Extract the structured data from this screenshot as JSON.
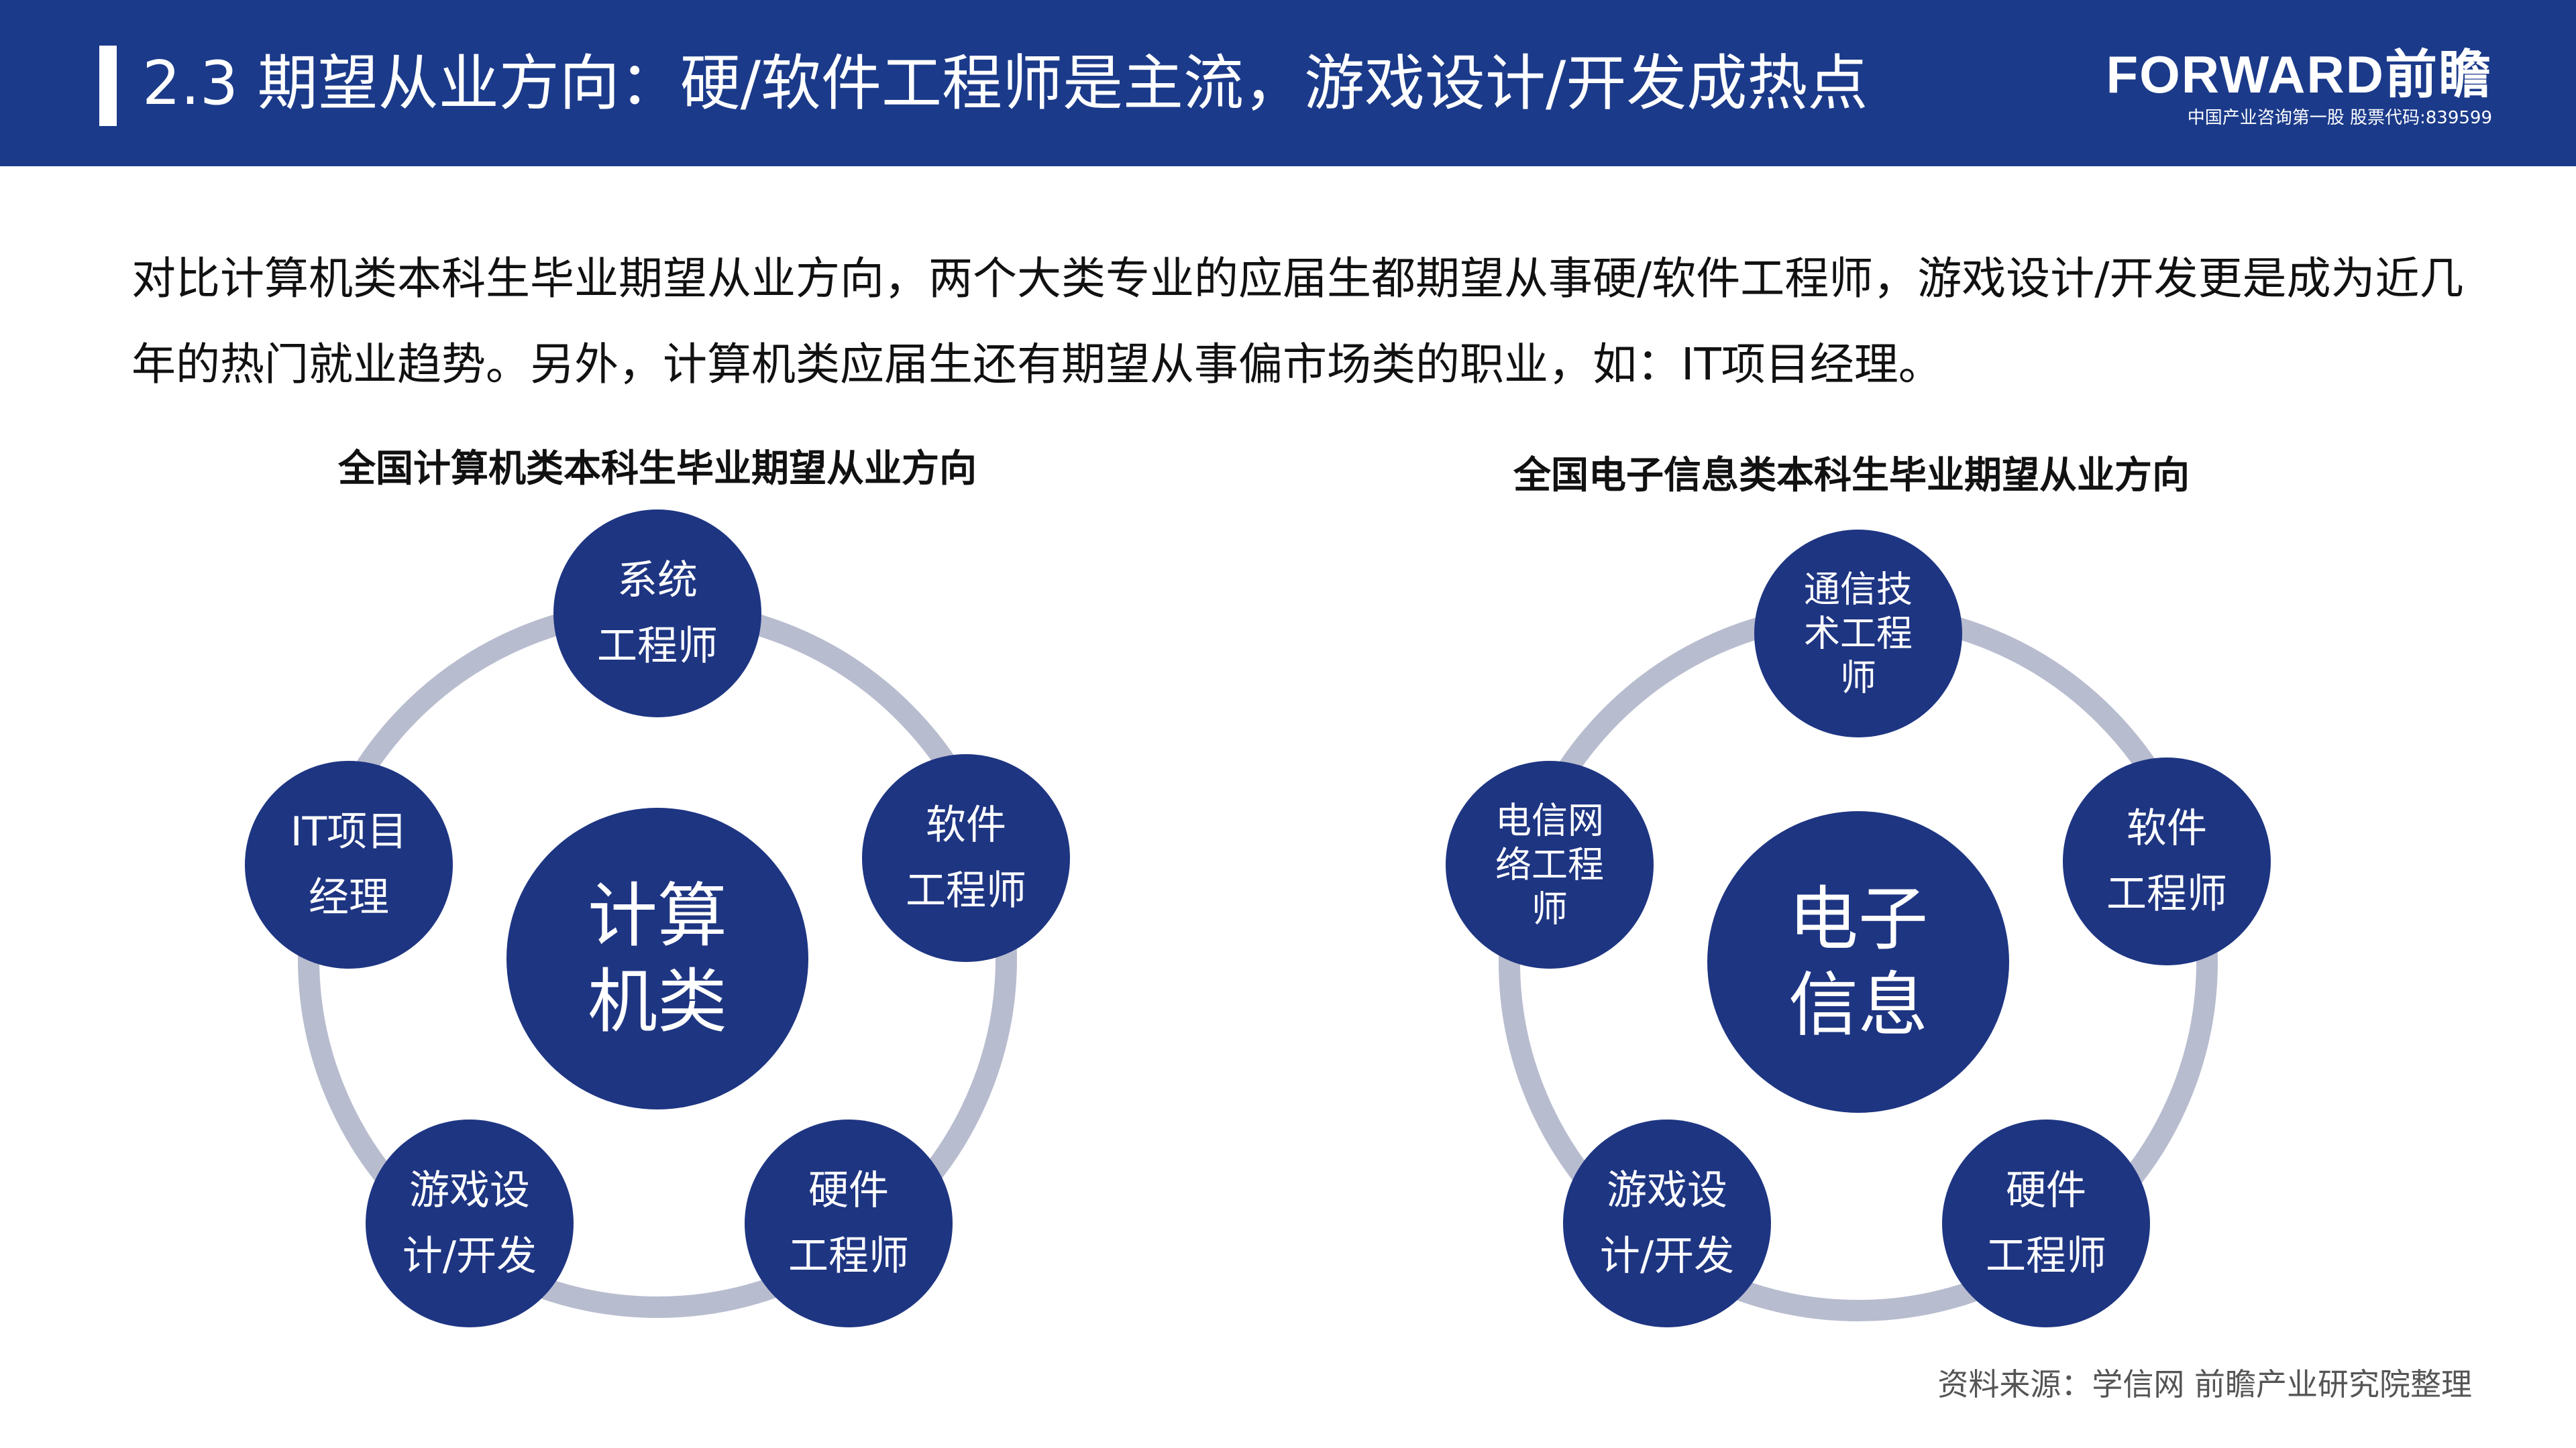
{
  "header": {
    "title": "2.3 期望从业方向：硬/软件工程师是主流，游戏设计/开发成热点",
    "logo_main": "FORWARD前瞻",
    "logo_sub": "中国产业咨询第一股  股票代码:839599"
  },
  "intro": {
    "text": "对比计算机类本科生毕业期望从业方向，两个大类专业的应届生都期望从事硬/软件工程师，游戏设计/开发更是成为近几年的热门就业趋势。另外，计算机类应届生还有期望从事偏市场类的职业，如：IT项目经理。"
  },
  "diagrams": [
    {
      "title": "全国计算机类本科生毕业期望从业方向",
      "center": [
        "计算",
        "机类"
      ],
      "nodes": [
        [
          "系统",
          "工程师"
        ],
        [
          "软件",
          "工程师"
        ],
        [
          "硬件",
          "工程师"
        ],
        [
          "游戏设",
          "计/开发"
        ],
        [
          "IT项目",
          "经理"
        ]
      ]
    },
    {
      "title": "全国电子信息类本科生毕业期望从业方向",
      "center": [
        "电子",
        "信息"
      ],
      "nodes": [
        [
          "通信技",
          "术工程",
          "师"
        ],
        [
          "软件",
          "工程师"
        ],
        [
          "硬件",
          "工程师"
        ],
        [
          "游戏设",
          "计/开发"
        ],
        [
          "电信网",
          "络工程",
          "师"
        ]
      ]
    }
  ],
  "source": "资料来源：学信网 前瞻产业研究院整理",
  "colors": {
    "header_bg": "#1b3a8a",
    "node_fill": "#1e3582",
    "ring": "#b8bccf"
  }
}
